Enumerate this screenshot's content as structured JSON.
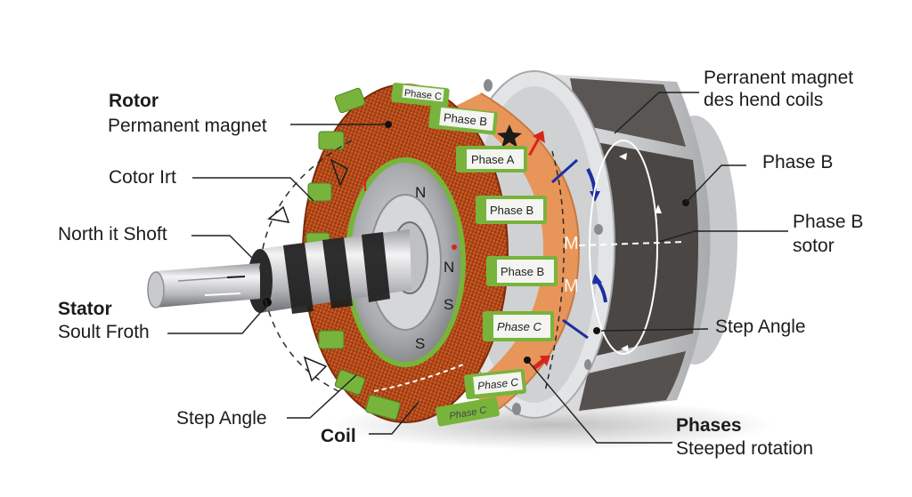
{
  "diagram": {
    "subject": "Stepper motor cutaway",
    "labels_left": [
      {
        "id": "rotor-heading",
        "text": "Rotor",
        "bold": true
      },
      {
        "id": "rotor-sub",
        "text": "Permanent magnet",
        "bold": false
      },
      {
        "id": "cotor",
        "text": "Cotor  Irt",
        "bold": false
      },
      {
        "id": "north-shaft",
        "text": "North it Shoft",
        "bold": false
      },
      {
        "id": "stator-heading",
        "text": "Stator",
        "bold": true
      },
      {
        "id": "stator-sub",
        "text": "Soult Froth",
        "bold": false
      },
      {
        "id": "step-angle-left",
        "text": "Step Angle",
        "bold": false
      },
      {
        "id": "coil",
        "text": "Coil",
        "bold": true
      }
    ],
    "labels_right": [
      {
        "id": "perm-line1",
        "text": "Perranent magnet",
        "bold": false
      },
      {
        "id": "perm-line2",
        "text": "des hend coils",
        "bold": false
      },
      {
        "id": "phase-b-1",
        "text": "Phase B",
        "bold": false
      },
      {
        "id": "phase-b-2-line1",
        "text": "Phase B",
        "bold": false
      },
      {
        "id": "phase-b-2-line2",
        "text": "sotor",
        "bold": false
      },
      {
        "id": "step-angle-right",
        "text": "Step Angle",
        "bold": false
      },
      {
        "id": "phases-heading",
        "text": "Phases",
        "bold": true
      },
      {
        "id": "phases-sub",
        "text": "Steeped rotation",
        "bold": false
      }
    ],
    "coil_tags": [
      "Phase C",
      "Phase B",
      "Phase A",
      "Phase B",
      "Phase B",
      "Phase C",
      "Phase C",
      "Phase C"
    ],
    "pole_marks": [
      "N",
      "N",
      "S",
      "S"
    ],
    "ring_marks": [
      "M",
      "M"
    ],
    "colors": {
      "copper": "#c8561e",
      "copper_dark": "#8f3410",
      "green_pole": "#78b43c",
      "orange_ring": "#e8955a",
      "steel": "#c9cacc",
      "housing_dark": "#4a4644",
      "arrow_red": "#d8261c",
      "arrow_blue": "#1a2fa0"
    }
  }
}
